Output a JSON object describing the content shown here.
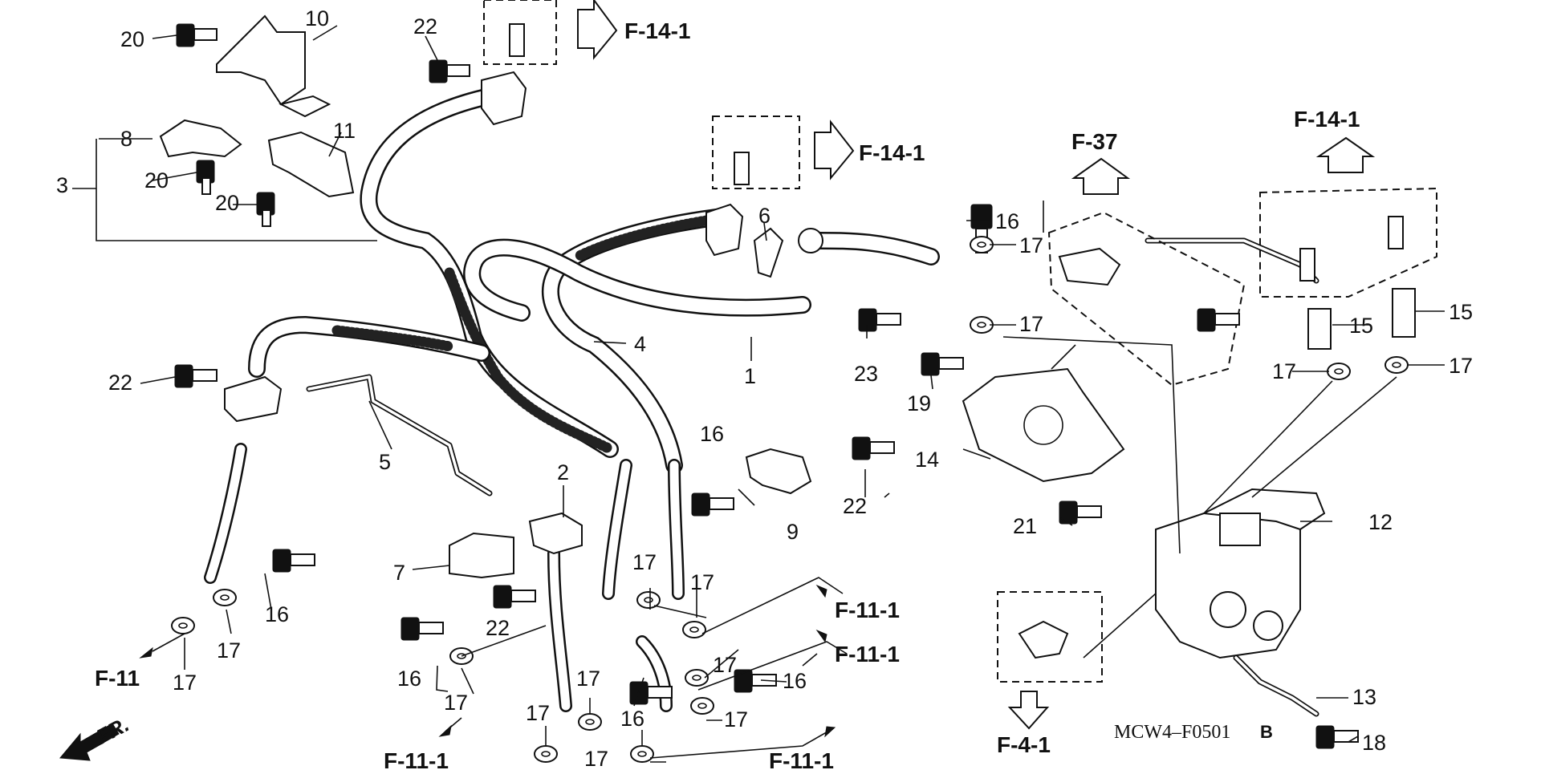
{
  "callouts": {
    "c1": "1",
    "c2": "2",
    "c3": "3",
    "c4": "4",
    "c5": "5",
    "c6": "6",
    "c7": "7",
    "c8": "8",
    "c9": "9",
    "c10": "10",
    "c11": "11",
    "c12": "12",
    "c13": "13",
    "c14": "14",
    "c15": "15",
    "c16": "16",
    "c17": "17",
    "c18": "18",
    "c19": "19",
    "c20": "20",
    "c21": "21",
    "c22": "22",
    "c23": "23"
  },
  "refs": {
    "f14_1": "F-14-1",
    "f37": "F-37",
    "f11": "F-11",
    "f11_1": "F-11-1",
    "f4_1": "F-4-1"
  },
  "diagram_code": {
    "code": "MCW4–F0501",
    "suffix": "B"
  },
  "front_indicator": "FR."
}
